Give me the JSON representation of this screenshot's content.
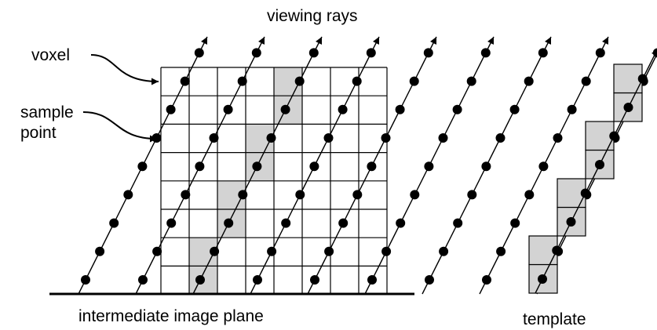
{
  "labels": {
    "viewing_rays": "viewing rays",
    "voxel": "voxel",
    "sample_point_line1": "sample",
    "sample_point_line2": "point",
    "intermediate_image_plane": "intermediate image plane",
    "template": "template"
  },
  "grid": {
    "rows": 8,
    "cols": 8
  },
  "shaded_cells": [
    {
      "row": 0,
      "col": 4
    },
    {
      "row": 1,
      "col": 4
    },
    {
      "row": 2,
      "col": 3
    },
    {
      "row": 3,
      "col": 3
    },
    {
      "row": 4,
      "col": 2
    },
    {
      "row": 5,
      "col": 2
    },
    {
      "row": 6,
      "col": 1
    },
    {
      "row": 7,
      "col": 1
    }
  ],
  "ray_count": 9,
  "template": {
    "steps": 4,
    "cells_per_step": 2
  },
  "colors": {
    "shade": "#d3d3d3",
    "line": "#000000",
    "background": "#ffffff"
  }
}
